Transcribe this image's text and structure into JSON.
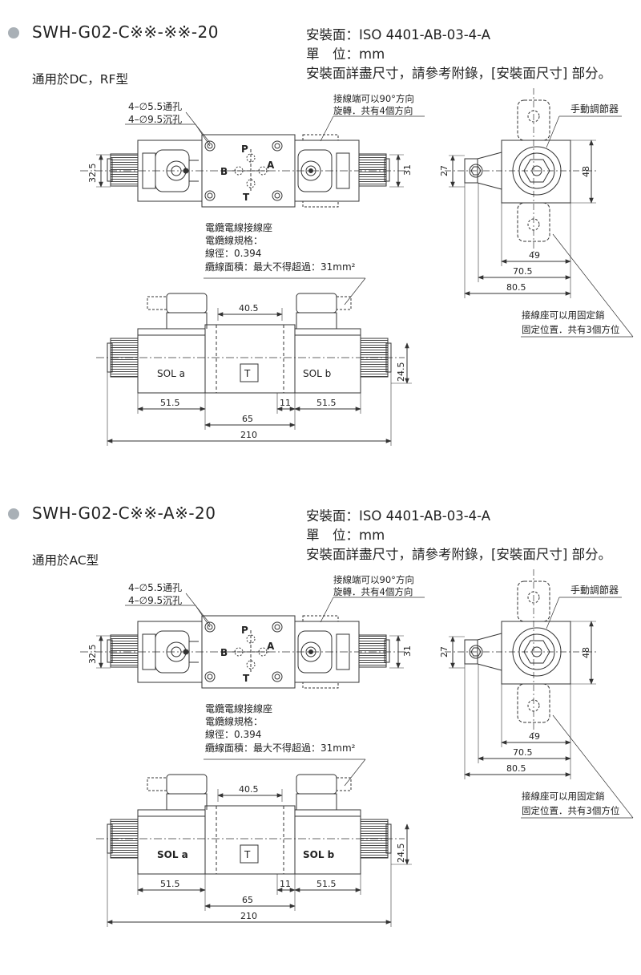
{
  "sections": [
    {
      "model": "SWH-G02-C※※-※※-20",
      "applies": "通用於DC，RF型",
      "spec_mount": "安裝面：ISO 4401-AB-03-4-A",
      "spec_unit": "單　位：mm",
      "spec_note": "安裝面詳盡尺寸，請參考附錄，[安裝面尺寸] 部分。",
      "sol_a_bold": false
    },
    {
      "model": "SWH-G02-C※※-A※-20",
      "applies": "通用於AC型",
      "spec_mount": "安裝面：ISO 4401-AB-03-4-A",
      "spec_unit": "單　位：mm",
      "spec_note": "安裝面詳盡尺寸，請參考附錄，[安裝面尺寸] 部分。",
      "sol_a_bold": true
    }
  ],
  "labels": {
    "hole_through": "4–∅5.5通孔",
    "hole_counter": "4–∅9.5沉孔",
    "rotate_1": "接線端可以90°方向",
    "rotate_2": "旋轉．共有4個方向",
    "manual": "手動調節器",
    "cable_title": "電纜電線接線座",
    "cable_spec": "電纜線規格：",
    "cable_dia": "線徑：0.394",
    "cable_area": "纜線面積：最大不得超過：31mm²",
    "fix_1": "接線座可以用固定銷",
    "fix_2": "固定位置．共有3個方位",
    "port_p": "P",
    "port_a": "A",
    "port_b": "B",
    "port_t": "T",
    "sol_a": "SOL a",
    "sol_b": "SOL b",
    "t_box": "T"
  },
  "dims": {
    "d32_5": "32.5",
    "d31": "31",
    "d27": "27",
    "d48": "48",
    "d49": "49",
    "d70_5": "70.5",
    "d80_5": "80.5",
    "d40_5": "40.5",
    "d24_5": "24.5",
    "d51_5a": "51.5",
    "d11": "11",
    "d51_5b": "51.5",
    "d65": "65",
    "d210": "210"
  }
}
